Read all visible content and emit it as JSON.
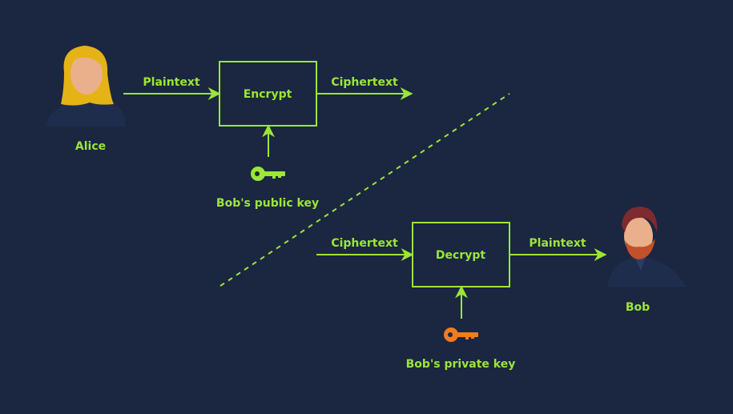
{
  "sender": {
    "name": "Alice"
  },
  "receiver": {
    "name": "Bob"
  },
  "encrypt": {
    "input_label": "Plaintext",
    "box_label": "Encrypt",
    "output_label": "Ciphertext",
    "key_label": "Bob's public key",
    "key_icon": "key-icon"
  },
  "decrypt": {
    "input_label": "Ciphertext",
    "box_label": "Decrypt",
    "output_label": "Plaintext",
    "key_label": "Bob's private key",
    "key_icon": "key-icon"
  },
  "colors": {
    "background": "#1b2641",
    "accent": "#9be636",
    "private_key": "#f37b1d",
    "alice_hair": "#e6b316",
    "bob_hair": "#7e2a2f",
    "skin": "#e9b08b",
    "shirt": "#1f2d4d"
  }
}
